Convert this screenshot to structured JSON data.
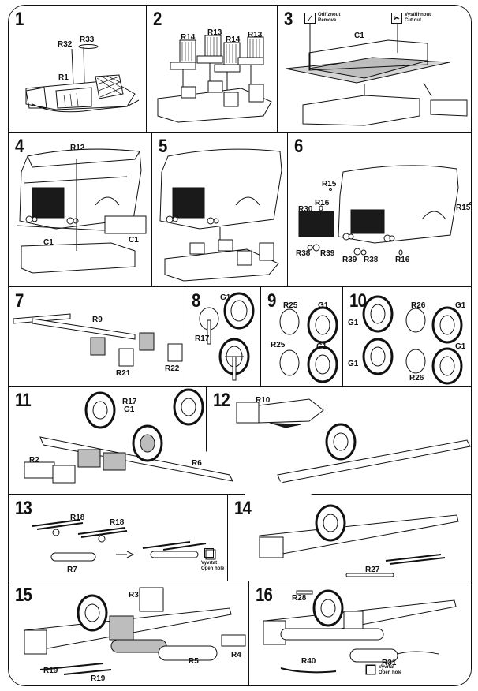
{
  "document": {
    "type": "model-kit-assembly-instructions",
    "colors": {
      "line": "#111111",
      "paper": "#ffffff",
      "glue_shade": "#bdbdbd",
      "grille": "#1a1a1a"
    }
  },
  "legend": {
    "remove": {
      "icon": "knife-icon",
      "line1": "Odříznout",
      "line2": "Remove"
    },
    "cut_out": {
      "icon": "scissors-icon",
      "line1": "Vystřihnout",
      "line2": "Cut out"
    },
    "open_hole": {
      "icon": "drill-icon",
      "line1": "Vyvrtat",
      "line2": "Open hole"
    }
  },
  "steps": [
    {
      "number": "1",
      "parts": [
        "R32",
        "R33",
        "R1"
      ]
    },
    {
      "number": "2",
      "parts": [
        "R14",
        "R13",
        "R14",
        "R13"
      ]
    },
    {
      "number": "3",
      "parts": [
        "C1"
      ]
    },
    {
      "number": "4",
      "parts": [
        "R12",
        "C1",
        "C1"
      ]
    },
    {
      "number": "5",
      "parts": []
    },
    {
      "number": "6",
      "parts": [
        "R15",
        "R16",
        "R30",
        "R15",
        "R38",
        "R39",
        "R39",
        "R38",
        "R16"
      ]
    },
    {
      "number": "7",
      "parts": [
        "R9",
        "R21",
        "R22"
      ]
    },
    {
      "number": "8",
      "parts": [
        "G1",
        "R17"
      ]
    },
    {
      "number": "9",
      "parts": [
        "R25",
        "G1",
        "R25",
        "G1"
      ]
    },
    {
      "number": "10",
      "parts": [
        "R26",
        "G1",
        "G1",
        "G1",
        "G1",
        "R26"
      ]
    },
    {
      "number": "11",
      "parts": [
        "R17",
        "G1",
        "R2",
        "R6"
      ]
    },
    {
      "number": "12",
      "parts": [
        "R10"
      ]
    },
    {
      "number": "13",
      "parts": [
        "R18",
        "R18",
        "R7"
      ]
    },
    {
      "number": "14",
      "parts": [
        "R27"
      ]
    },
    {
      "number": "15",
      "parts": [
        "R3",
        "R19",
        "R19",
        "R5",
        "R4"
      ]
    },
    {
      "number": "16",
      "parts": [
        "R28",
        "R40",
        "R31"
      ]
    }
  ]
}
